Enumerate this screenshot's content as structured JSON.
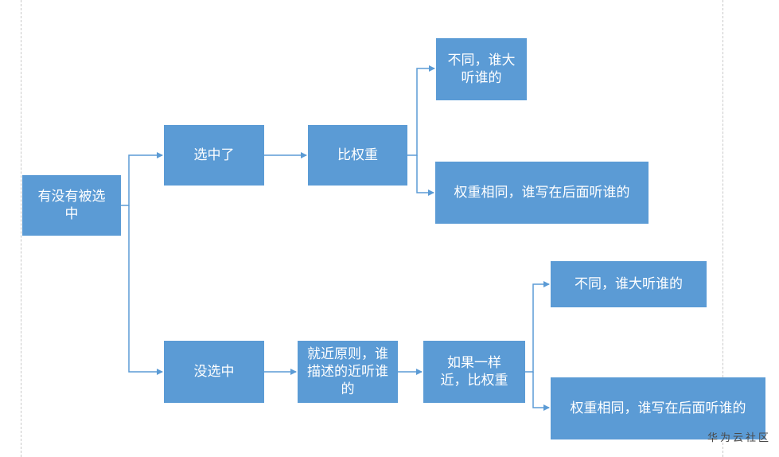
{
  "nodes": {
    "root": "有没有被选中",
    "selected": "选中了",
    "not_selected": "没选中",
    "compare_weight": "比权重",
    "diff_weight": "不同，谁大听谁的",
    "same_weight": "权重相同，谁写在后面听谁的",
    "proximity": "就近原则，谁描述的近听谁的",
    "equally_near": "如果一样近，比权重",
    "diff_weight_2": "不同，谁大听谁的",
    "same_weight_2": "权重相同，谁写在后面听谁的"
  },
  "watermark": "华为云社区",
  "colors": {
    "node_fill": "#5b9bd5",
    "node_text": "#ffffff",
    "connector": "#5b9bd5",
    "guide": "#c9c9c9"
  }
}
